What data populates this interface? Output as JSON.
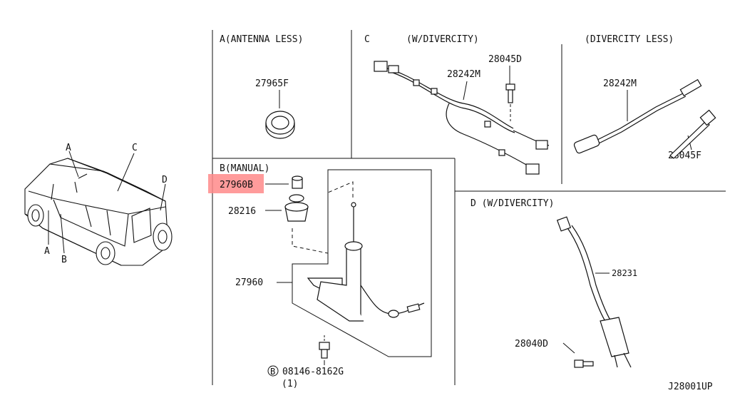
{
  "diagram": {
    "code": "J28001UP",
    "highlight_color": "#ff8a8a",
    "car_callouts": [
      "A",
      "C",
      "D",
      "A",
      "B"
    ],
    "sections": {
      "a": {
        "title": "A(ANTENNA LESS)",
        "parts": [
          "27965F"
        ]
      },
      "c": {
        "title_letter": "C",
        "title": "(W/DIVERCITY)",
        "parts": [
          "28045D",
          "28242M"
        ]
      },
      "dl": {
        "title": "(DIVERCITY LESS)",
        "parts": [
          "28242M",
          "28045F"
        ]
      },
      "b": {
        "title": "B(MANUAL)",
        "parts": [
          "27960B",
          "28216",
          "27960"
        ],
        "bolt_symbol": "B",
        "bolt_number": "08146-8162G",
        "bolt_qty": "(1)"
      },
      "d": {
        "title": "D (W/DIVERCITY)",
        "parts": [
          "28231",
          "28040D"
        ]
      }
    }
  }
}
